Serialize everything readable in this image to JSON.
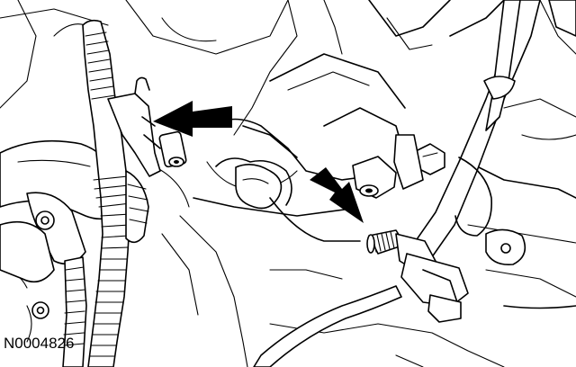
{
  "figure": {
    "id_label": "N0004826",
    "colors": {
      "line": "#000000",
      "background": "#ffffff"
    },
    "arrows": [
      {
        "name": "upper-left-arrow",
        "points_to": "wire-harness-clip"
      },
      {
        "name": "right-arrow",
        "points_to": "threaded-stud"
      }
    ]
  }
}
